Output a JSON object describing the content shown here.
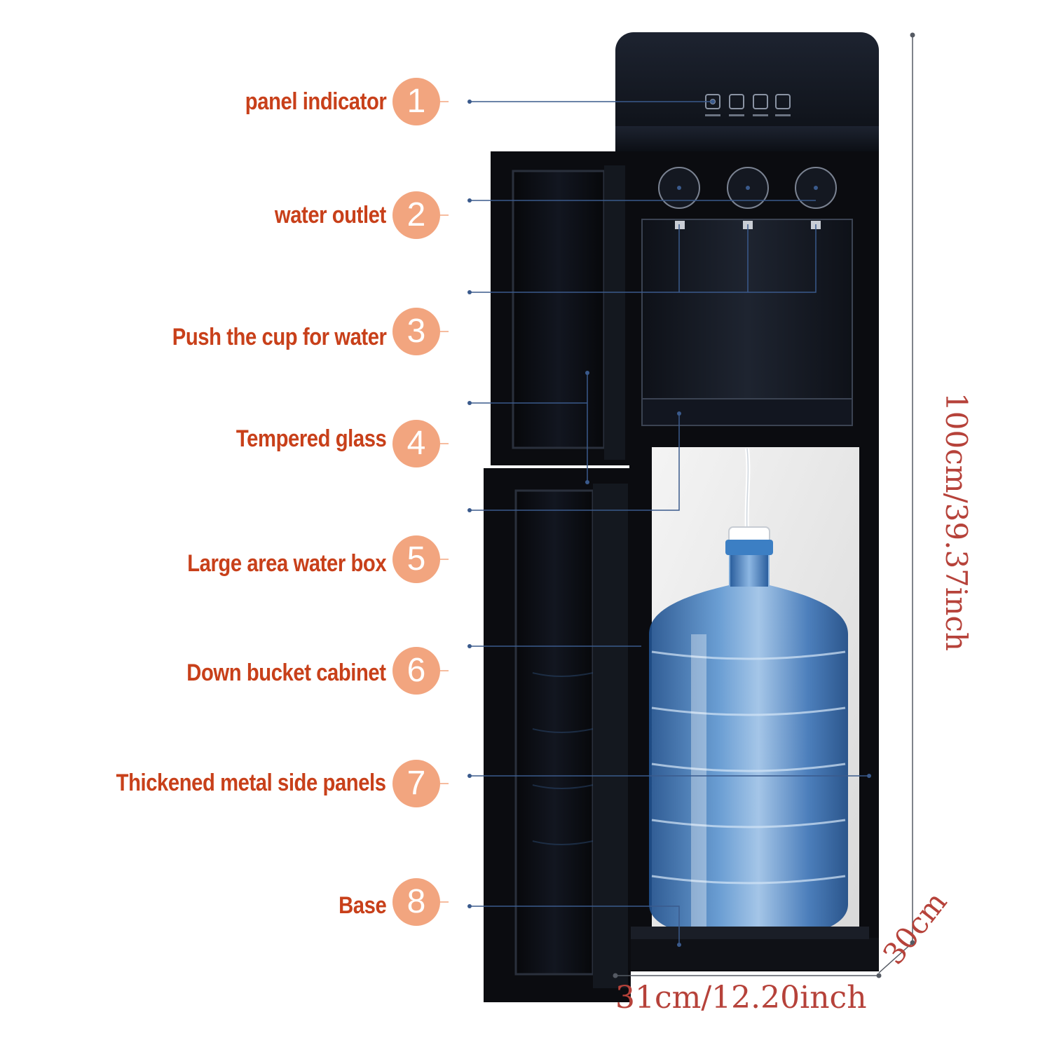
{
  "callouts": [
    {
      "num": "1",
      "label": "panel indicator"
    },
    {
      "num": "2",
      "label": "water outlet"
    },
    {
      "num": "3",
      "label": "Push the cup for water"
    },
    {
      "num": "4",
      "label": "Tempered glass"
    },
    {
      "num": "5",
      "label": "Large area water box"
    },
    {
      "num": "6",
      "label": "Down bucket cabinet"
    },
    {
      "num": "7",
      "label": "Thickened metal side panels"
    },
    {
      "num": "8",
      "label": "Base"
    }
  ],
  "dimensions": {
    "height": "100cm/39.37inch",
    "width": "31cm/12.20inch",
    "depth": "30cm"
  },
  "colors": {
    "label": "#c8401a",
    "badge": "#f2a57f",
    "dimension": "#b6423a",
    "leader": "#3a5a8c",
    "body": "#0b0c10"
  }
}
